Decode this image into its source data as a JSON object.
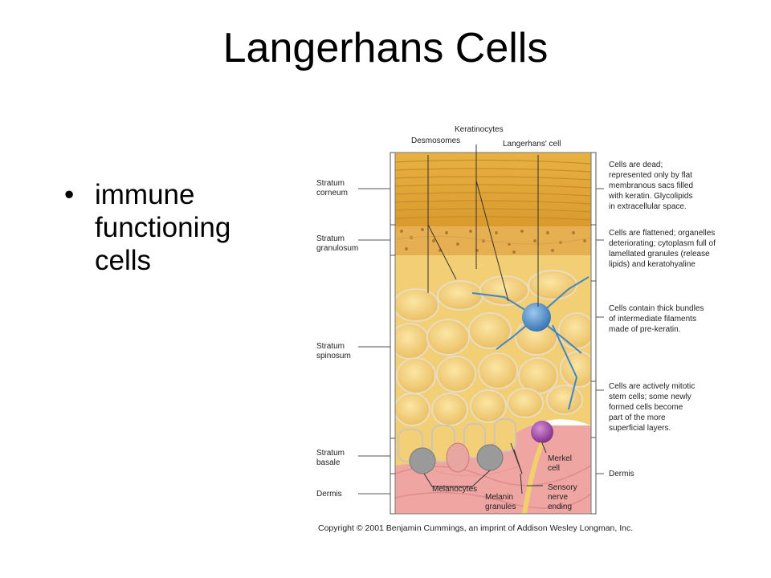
{
  "slide": {
    "title": "Langerhans Cells",
    "bullets": [
      "immune functioning cells"
    ]
  },
  "diagram": {
    "top_labels": {
      "desmosomes": "Desmosomes",
      "keratinocytes": "Keratinocytes",
      "langerhans": "Langerhans' cell"
    },
    "layers": [
      {
        "line1": "Stratum",
        "line2": "corneum"
      },
      {
        "line1": "Stratum",
        "line2": "granulosum"
      },
      {
        "line1": "Stratum",
        "line2": "spinosum"
      },
      {
        "line1": "Stratum",
        "line2": "basale"
      },
      {
        "line1": "Dermis",
        "line2": ""
      }
    ],
    "descriptions": [
      {
        "lines": [
          "Cells are dead;",
          "represented only by flat",
          "membranous sacs filled",
          "with keratin. Glycolipids",
          "in extracellular space."
        ]
      },
      {
        "lines": [
          "Cells are flattened; organelles",
          "deteriorating; cytoplasm full of",
          "lamellated granules (release",
          "lipids) and keratohyaline"
        ]
      },
      {
        "lines": [
          "Cells contain thick bundles",
          "of intermediate filaments",
          "made of pre-keratin."
        ]
      },
      {
        "lines": [
          "Cells are actively mitotic",
          "stem cells; some newly",
          "formed cells become",
          "part of the more",
          "superficial layers."
        ]
      },
      {
        "lines": [
          "Dermis"
        ]
      }
    ],
    "bottom_labels": {
      "melanocytes": "Melanocytes",
      "melanin_1": "Melanin",
      "melanin_2": "granules",
      "merkel_1": "Merkel",
      "merkel_2": "cell",
      "sensory_1": "Sensory",
      "sensory_2": "nerve",
      "sensory_3": "ending"
    },
    "copyright": "Copyright © 2001 Benjamin Cummings, an imprint of Addison Wesley Longman, Inc.",
    "colors": {
      "corneum": "#e9b64a",
      "spinosum": "#f4cf70",
      "dermis": "#efa6a3",
      "langerhans": "#4a8fc8",
      "merkel": "#9b3f9e",
      "melanocyte": "#9a9a9a"
    }
  }
}
